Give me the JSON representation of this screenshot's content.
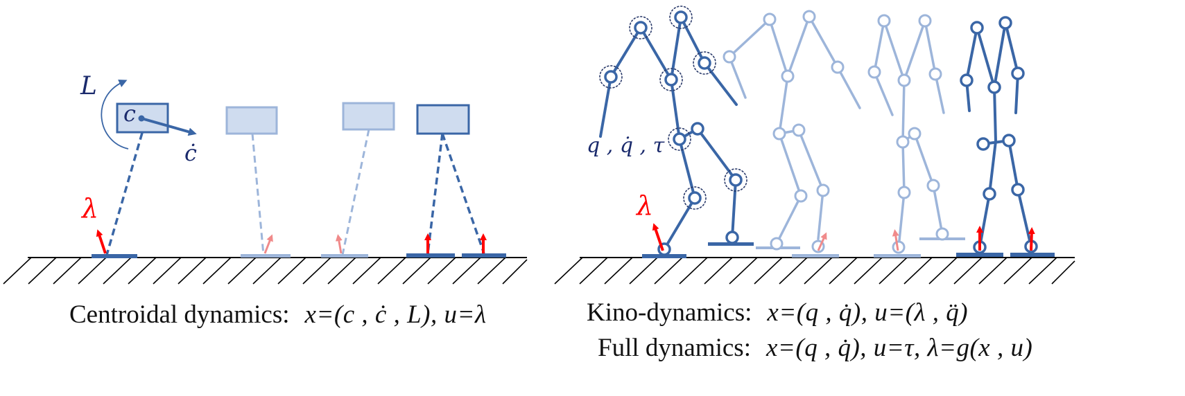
{
  "left_panel": {
    "symbols": {
      "angular_momentum": "L",
      "com": "c",
      "com_velocity": "ċ",
      "contact_force": "λ"
    },
    "caption": {
      "label": "Centroidal dynamics:",
      "equation": "x=(c , ċ , L),  u=λ"
    }
  },
  "right_panel": {
    "symbols": {
      "joint_state": "q , q̇ , τ",
      "contact_force": "λ"
    },
    "caption_kino": {
      "label": "Kino-dynamics:",
      "equation": "x=(q , q̇),  u=(λ , q̈)"
    },
    "caption_full": {
      "label": "Full dynamics:",
      "equation": "x=(q , q̇),  u=τ,  λ=g(x , u)"
    }
  },
  "colors": {
    "dark_blue": "#3a66a6",
    "mid_blue": "#4f7ab8",
    "light_blue": "#9db5da",
    "box_fill": "#cfdcef",
    "force_red": "#ff0000",
    "force_pink": "#f08a8a",
    "ground": "#000000"
  }
}
